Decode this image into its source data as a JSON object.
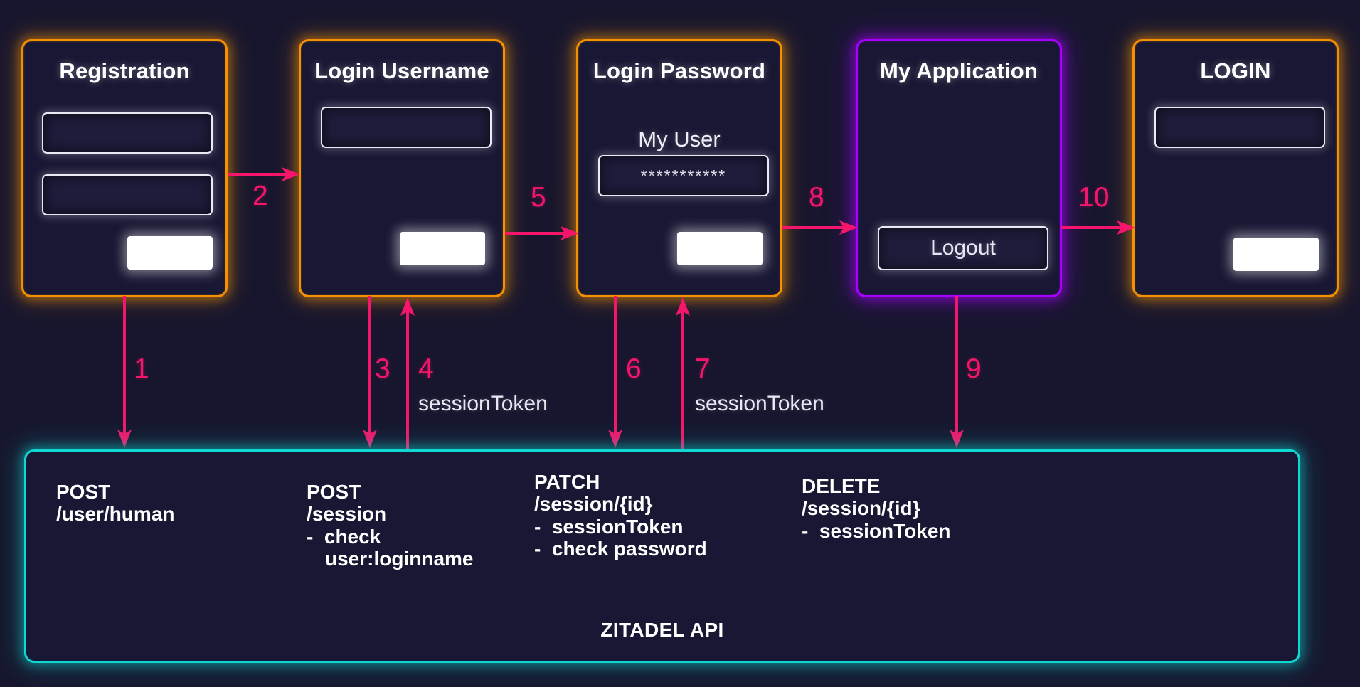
{
  "theme": {
    "background": "#17162e",
    "card_fill": "#191834",
    "orange": "#f59100",
    "purple": "#a800ff",
    "teal": "#0fd8d2",
    "pink": "#f5166b",
    "white": "#ffffff"
  },
  "cards": [
    {
      "id": "registration",
      "title": "Registration",
      "accent": "#f59100",
      "inputs": [
        "",
        ""
      ],
      "button_label": ""
    },
    {
      "id": "login-username",
      "title": "Login Username",
      "accent": "#f59100",
      "inputs": [
        ""
      ],
      "button_label": ""
    },
    {
      "id": "login-password",
      "title": "Login Password",
      "accent": "#f59100",
      "subtitle": "My User",
      "inputs": [
        "***********"
      ],
      "button_label": ""
    },
    {
      "id": "my-application",
      "title": "My Application",
      "accent": "#a800ff",
      "inputs": [],
      "button_label": "Logout"
    },
    {
      "id": "login",
      "title": "LOGIN",
      "accent": "#f59100",
      "inputs": [
        ""
      ],
      "button_label": ""
    }
  ],
  "api_panel": {
    "accent": "#0fd8d2",
    "footer": "ZITADEL API",
    "blocks": [
      {
        "id": "post-user-human",
        "method": "POST",
        "path": "/user/human",
        "details": []
      },
      {
        "id": "post-session",
        "method": "POST",
        "path": "/session",
        "details": [
          "-  check",
          "user:loginname"
        ]
      },
      {
        "id": "patch-session-id",
        "method": "PATCH",
        "path": "/session/{id}",
        "details": [
          "-  sessionToken",
          "-  check password"
        ]
      },
      {
        "id": "delete-session-id",
        "method": "DELETE",
        "path": "/session/{id}",
        "details": [
          "-  sessionToken"
        ]
      }
    ]
  },
  "arrows": [
    {
      "id": "step-1",
      "label": "1",
      "direction": "down",
      "note": ""
    },
    {
      "id": "step-2",
      "label": "2",
      "direction": "right",
      "note": ""
    },
    {
      "id": "step-3",
      "label": "3",
      "direction": "down",
      "note": ""
    },
    {
      "id": "step-4",
      "label": "4",
      "direction": "up",
      "note": "sessionToken"
    },
    {
      "id": "step-5",
      "label": "5",
      "direction": "right",
      "note": ""
    },
    {
      "id": "step-6",
      "label": "6",
      "direction": "down",
      "note": ""
    },
    {
      "id": "step-7",
      "label": "7",
      "direction": "up",
      "note": "sessionToken"
    },
    {
      "id": "step-8",
      "label": "8",
      "direction": "right",
      "note": ""
    },
    {
      "id": "step-9",
      "label": "9",
      "direction": "down",
      "note": ""
    },
    {
      "id": "step-10",
      "label": "10",
      "direction": "right",
      "note": ""
    }
  ]
}
